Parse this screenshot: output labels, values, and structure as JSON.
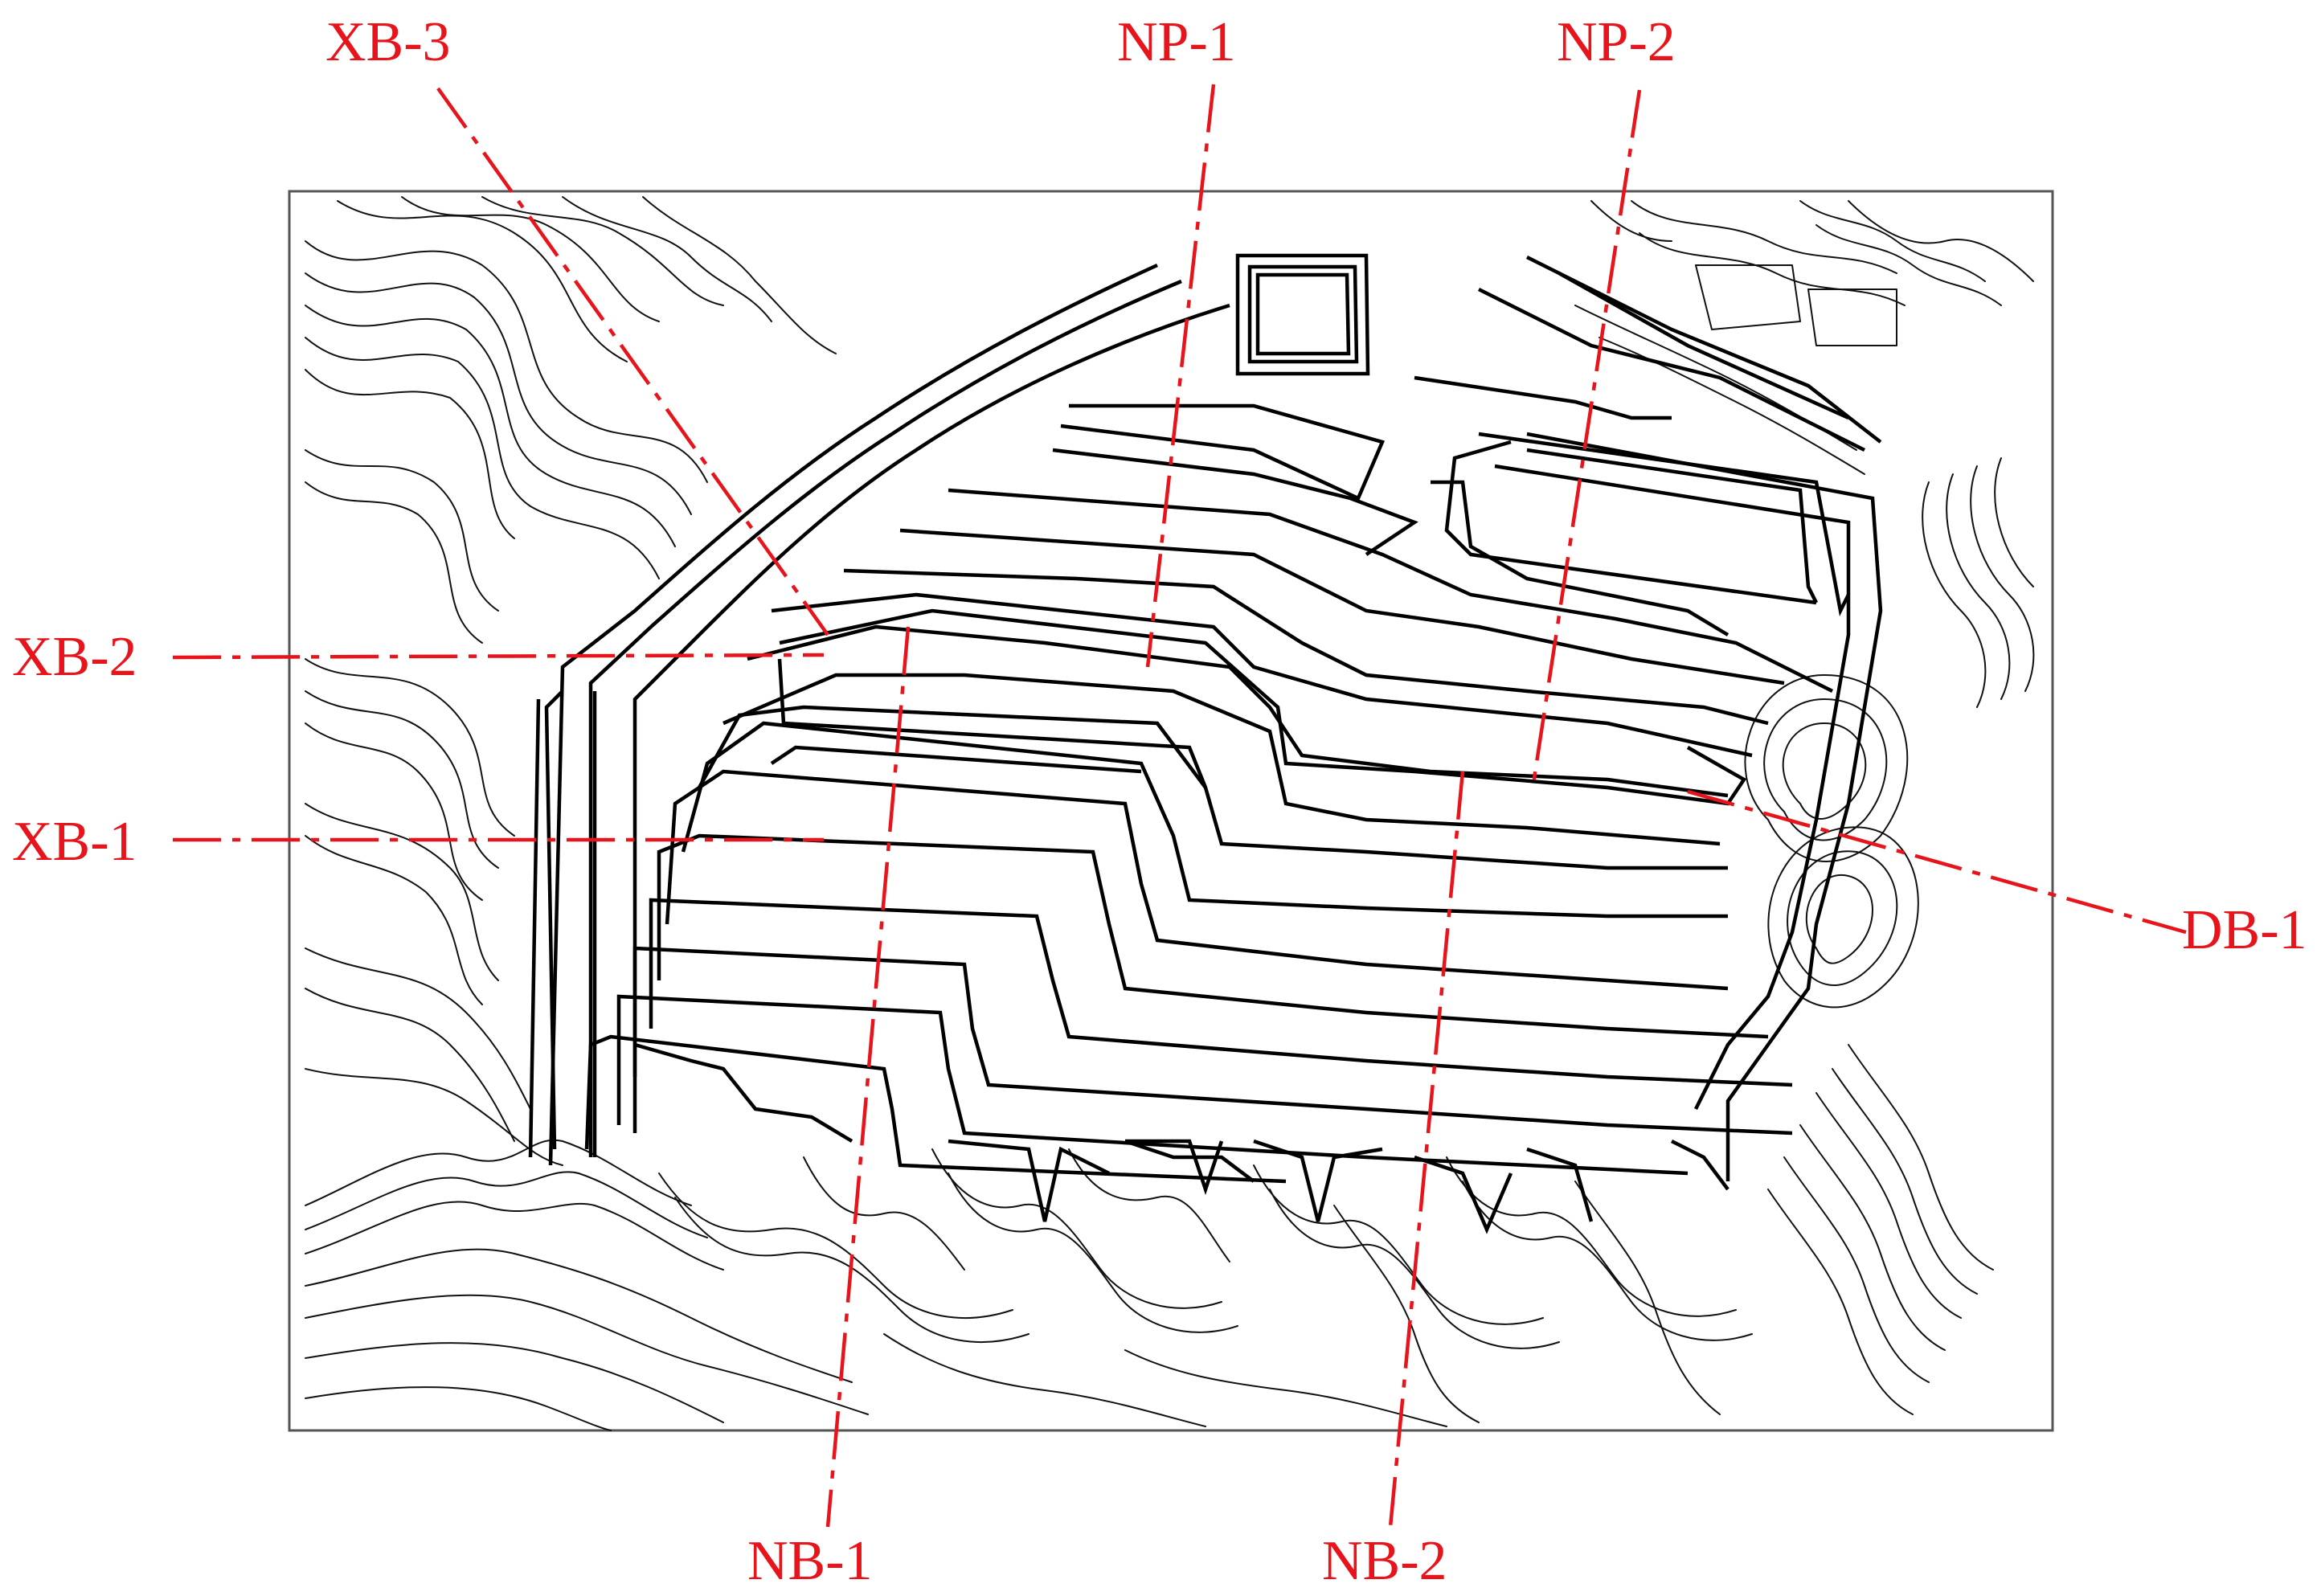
{
  "colors": {
    "section": "#e8141b",
    "contour": "#111111",
    "frame": "#555555"
  },
  "sections": [
    {
      "id": "XB-3",
      "label": "XB-3"
    },
    {
      "id": "NP-1",
      "label": "NP-1"
    },
    {
      "id": "NP-2",
      "label": "NP-2"
    },
    {
      "id": "XB-2",
      "label": "XB-2"
    },
    {
      "id": "XB-1",
      "label": "XB-1"
    },
    {
      "id": "DB-1",
      "label": "DB-1"
    },
    {
      "id": "NB-1",
      "label": "NB-1"
    },
    {
      "id": "NB-2",
      "label": "NB-2"
    }
  ]
}
